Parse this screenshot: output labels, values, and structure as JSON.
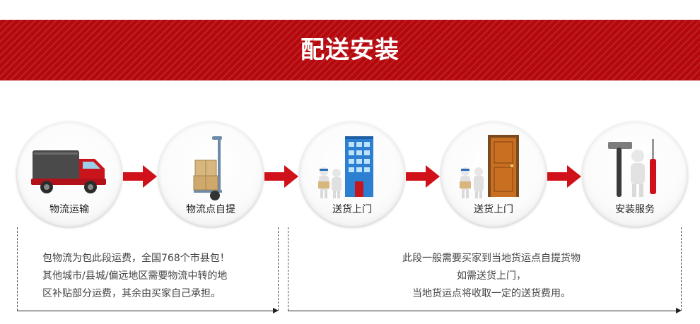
{
  "banner": {
    "title": "配送安装"
  },
  "steps": [
    {
      "label": "物流运输",
      "icon": "delivery-truck-icon"
    },
    {
      "label": "物流点自提",
      "icon": "hand-truck-boxes-icon"
    },
    {
      "label": "送货上门",
      "icon": "courier-building-icon"
    },
    {
      "label": "送货上门",
      "icon": "courier-door-icon"
    },
    {
      "label": "安装服务",
      "icon": "installer-tools-icon"
    }
  ],
  "notes": {
    "left": [
      "包物流为包此段运费，全国768个市县包！",
      "其他城市/县城/偏远地区需要物流中转的地",
      "区补贴部分运费，其余由买家自己承担。"
    ],
    "right": [
      "此段一般需要买家到当地货运点自提货物",
      "如需送货上门，",
      "当地货运点将收取一定的送货费用。"
    ]
  },
  "colors": {
    "banner_red": "#b5080d",
    "arrow_red": "#d0111a"
  }
}
